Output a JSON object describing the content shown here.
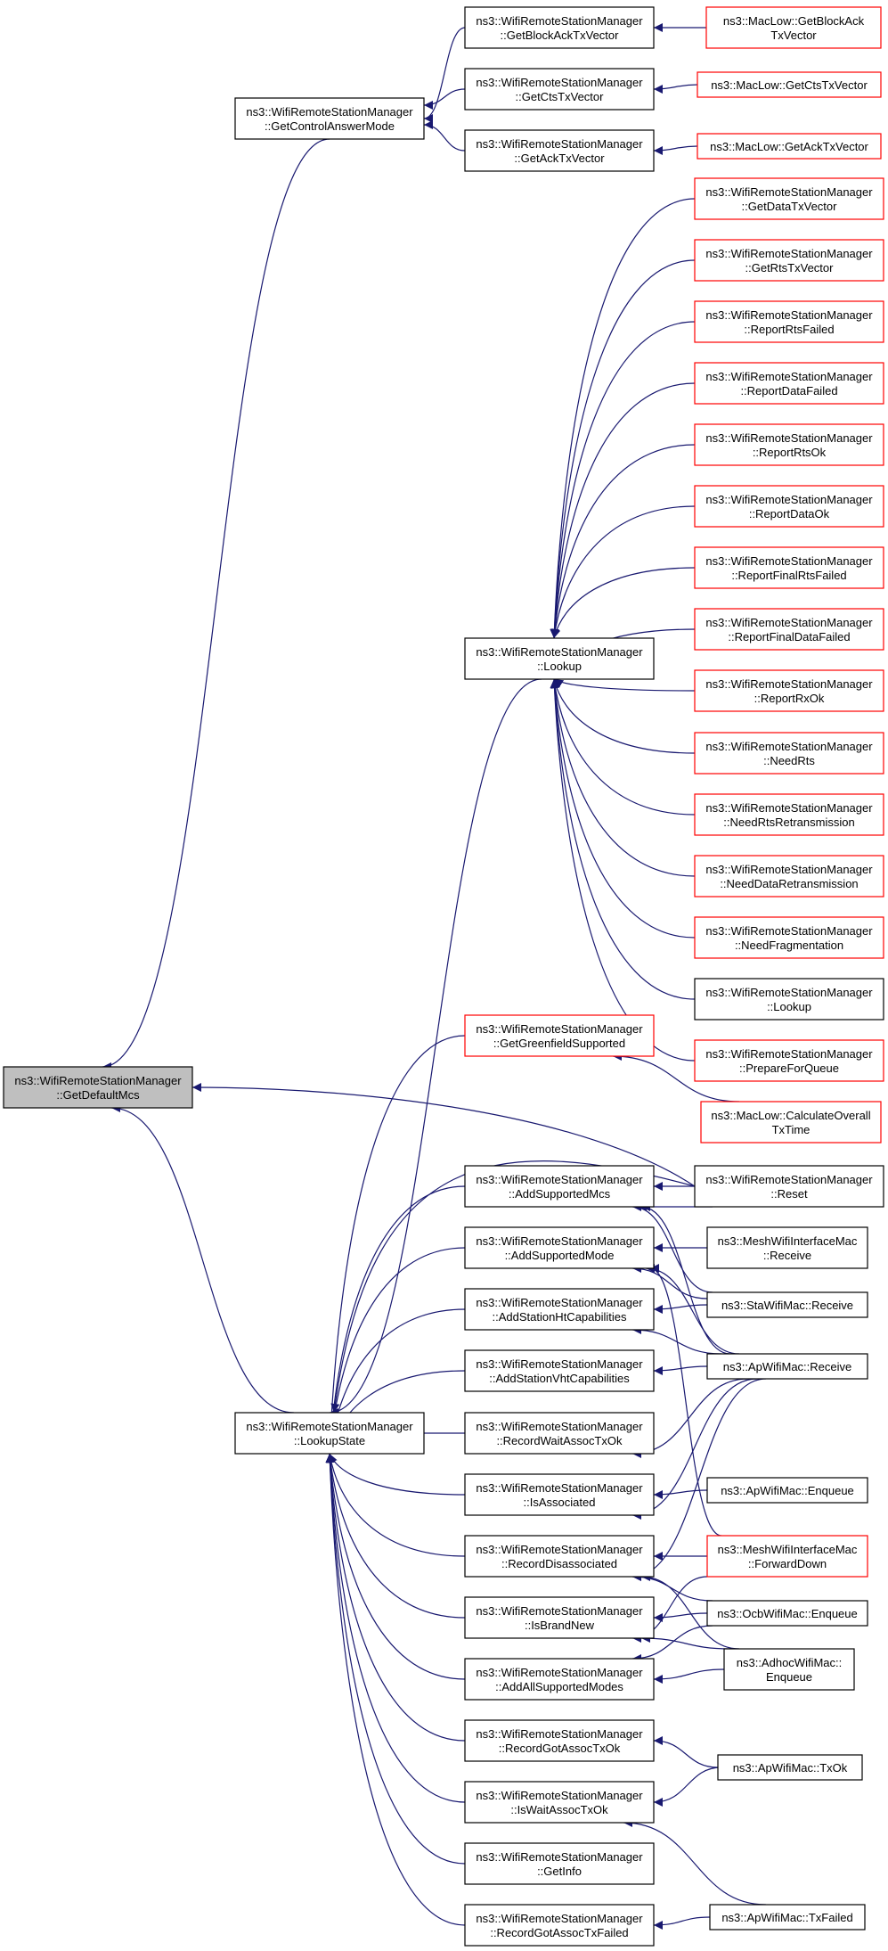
{
  "colors": {
    "edge": "#191970",
    "border_normal": "#000000",
    "border_red": "#ff0000",
    "root_fill": "#bfbfbf",
    "fill": "#ffffff"
  },
  "nodes": [
    {
      "id": "n0",
      "lines": [
        "ns3::WifiRemoteStationManager",
        "::GetDefaultMcs"
      ],
      "style": "root"
    },
    {
      "id": "n1",
      "lines": [
        "ns3::WifiRemoteStationManager",
        "::GetControlAnswerMode"
      ],
      "style": "normal"
    },
    {
      "id": "n2",
      "lines": [
        "ns3::WifiRemoteStationManager",
        "::LookupState"
      ],
      "style": "normal"
    },
    {
      "id": "n3",
      "lines": [
        "ns3::WifiRemoteStationManager",
        "::GetBlockAckTxVector"
      ],
      "style": "normal"
    },
    {
      "id": "n4",
      "lines": [
        "ns3::WifiRemoteStationManager",
        "::GetCtsTxVector"
      ],
      "style": "normal"
    },
    {
      "id": "n5",
      "lines": [
        "ns3::WifiRemoteStationManager",
        "::GetAckTxVector"
      ],
      "style": "normal"
    },
    {
      "id": "n6",
      "lines": [
        "ns3::WifiRemoteStationManager",
        "::Lookup"
      ],
      "style": "normal"
    },
    {
      "id": "n7",
      "lines": [
        "ns3::WifiRemoteStationManager",
        "::GetGreenfieldSupported"
      ],
      "style": "red"
    },
    {
      "id": "n8",
      "lines": [
        "ns3::WifiRemoteStationManager",
        "::AddSupportedMcs"
      ],
      "style": "normal"
    },
    {
      "id": "n9",
      "lines": [
        "ns3::WifiRemoteStationManager",
        "::AddSupportedMode"
      ],
      "style": "normal"
    },
    {
      "id": "n10",
      "lines": [
        "ns3::WifiRemoteStationManager",
        "::AddStationHtCapabilities"
      ],
      "style": "normal"
    },
    {
      "id": "n11",
      "lines": [
        "ns3::WifiRemoteStationManager",
        "::AddStationVhtCapabilities"
      ],
      "style": "normal"
    },
    {
      "id": "n12",
      "lines": [
        "ns3::WifiRemoteStationManager",
        "::RecordWaitAssocTxOk"
      ],
      "style": "normal"
    },
    {
      "id": "n13",
      "lines": [
        "ns3::WifiRemoteStationManager",
        "::IsAssociated"
      ],
      "style": "normal"
    },
    {
      "id": "n14",
      "lines": [
        "ns3::WifiRemoteStationManager",
        "::RecordDisassociated"
      ],
      "style": "normal"
    },
    {
      "id": "n15",
      "lines": [
        "ns3::WifiRemoteStationManager",
        "::IsBrandNew"
      ],
      "style": "normal"
    },
    {
      "id": "n16",
      "lines": [
        "ns3::WifiRemoteStationManager",
        "::AddAllSupportedModes"
      ],
      "style": "normal"
    },
    {
      "id": "n17",
      "lines": [
        "ns3::WifiRemoteStationManager",
        "::RecordGotAssocTxOk"
      ],
      "style": "normal"
    },
    {
      "id": "n18",
      "lines": [
        "ns3::WifiRemoteStationManager",
        "::IsWaitAssocTxOk"
      ],
      "style": "normal"
    },
    {
      "id": "n19",
      "lines": [
        "ns3::WifiRemoteStationManager",
        "::GetInfo"
      ],
      "style": "normal"
    },
    {
      "id": "n20",
      "lines": [
        "ns3::WifiRemoteStationManager",
        "::RecordGotAssocTxFailed"
      ],
      "style": "normal"
    },
    {
      "id": "n21",
      "lines": [
        "ns3::MacLow::GetBlockAck",
        "TxVector"
      ],
      "style": "red"
    },
    {
      "id": "n22",
      "lines": [
        "ns3::MacLow::GetCtsTxVector"
      ],
      "style": "red"
    },
    {
      "id": "n23",
      "lines": [
        "ns3::MacLow::GetAckTxVector"
      ],
      "style": "red"
    },
    {
      "id": "n24",
      "lines": [
        "ns3::WifiRemoteStationManager",
        "::GetDataTxVector"
      ],
      "style": "red"
    },
    {
      "id": "n25",
      "lines": [
        "ns3::WifiRemoteStationManager",
        "::GetRtsTxVector"
      ],
      "style": "red"
    },
    {
      "id": "n26",
      "lines": [
        "ns3::WifiRemoteStationManager",
        "::ReportRtsFailed"
      ],
      "style": "red"
    },
    {
      "id": "n27",
      "lines": [
        "ns3::WifiRemoteStationManager",
        "::ReportDataFailed"
      ],
      "style": "red"
    },
    {
      "id": "n28",
      "lines": [
        "ns3::WifiRemoteStationManager",
        "::ReportRtsOk"
      ],
      "style": "red"
    },
    {
      "id": "n29",
      "lines": [
        "ns3::WifiRemoteStationManager",
        "::ReportDataOk"
      ],
      "style": "red"
    },
    {
      "id": "n30",
      "lines": [
        "ns3::WifiRemoteStationManager",
        "::ReportFinalRtsFailed"
      ],
      "style": "red"
    },
    {
      "id": "n31",
      "lines": [
        "ns3::WifiRemoteStationManager",
        "::ReportFinalDataFailed"
      ],
      "style": "red"
    },
    {
      "id": "n32",
      "lines": [
        "ns3::WifiRemoteStationManager",
        "::ReportRxOk"
      ],
      "style": "red"
    },
    {
      "id": "n33",
      "lines": [
        "ns3::WifiRemoteStationManager",
        "::NeedRts"
      ],
      "style": "red"
    },
    {
      "id": "n34",
      "lines": [
        "ns3::WifiRemoteStationManager",
        "::NeedRtsRetransmission"
      ],
      "style": "red"
    },
    {
      "id": "n35",
      "lines": [
        "ns3::WifiRemoteStationManager",
        "::NeedDataRetransmission"
      ],
      "style": "red"
    },
    {
      "id": "n36",
      "lines": [
        "ns3::WifiRemoteStationManager",
        "::NeedFragmentation"
      ],
      "style": "red"
    },
    {
      "id": "n37",
      "lines": [
        "ns3::WifiRemoteStationManager",
        "::Lookup"
      ],
      "style": "normal"
    },
    {
      "id": "n38",
      "lines": [
        "ns3::WifiRemoteStationManager",
        "::PrepareForQueue"
      ],
      "style": "red"
    },
    {
      "id": "n39",
      "lines": [
        "ns3::MacLow::CalculateOverall",
        "TxTime"
      ],
      "style": "red"
    },
    {
      "id": "n40",
      "lines": [
        "ns3::WifiRemoteStationManager",
        "::Reset"
      ],
      "style": "normal"
    },
    {
      "id": "n41",
      "lines": [
        "ns3::MeshWifiInterfaceMac",
        "::Receive"
      ],
      "style": "normal"
    },
    {
      "id": "n42",
      "lines": [
        "ns3::StaWifiMac::Receive"
      ],
      "style": "normal"
    },
    {
      "id": "n43",
      "lines": [
        "ns3::ApWifiMac::Receive"
      ],
      "style": "normal"
    },
    {
      "id": "n44",
      "lines": [
        "ns3::ApWifiMac::Enqueue"
      ],
      "style": "normal"
    },
    {
      "id": "n45",
      "lines": [
        "ns3::MeshWifiInterfaceMac",
        "::ForwardDown"
      ],
      "style": "red"
    },
    {
      "id": "n46",
      "lines": [
        "ns3::OcbWifiMac::Enqueue"
      ],
      "style": "normal"
    },
    {
      "id": "n47",
      "lines": [
        "ns3::AdhocWifiMac::",
        "Enqueue"
      ],
      "style": "normal"
    },
    {
      "id": "n48",
      "lines": [
        "ns3::ApWifiMac::TxOk"
      ],
      "style": "normal"
    },
    {
      "id": "n49",
      "lines": [
        "ns3::ApWifiMac::TxFailed"
      ],
      "style": "normal"
    }
  ]
}
